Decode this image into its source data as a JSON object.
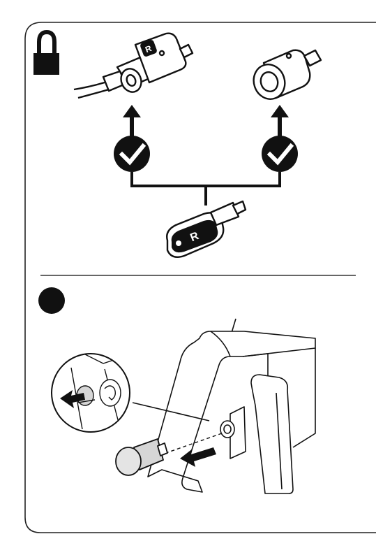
{
  "panel_top": {
    "lock_icon": "padlock-icon",
    "check_icon": "checkmark-circle-icon",
    "lock_barrel_logo": "R",
    "key_logo": "R"
  },
  "panel_bottom": {
    "step_marker_icon": "filled-circle-step-marker",
    "arrow_icon": "removal-arrow-icon"
  },
  "colors": {
    "ink": "#111111",
    "paper": "#ffffff",
    "frame": "#222222",
    "shade": "#d6d6d6",
    "divider": "#333333"
  }
}
